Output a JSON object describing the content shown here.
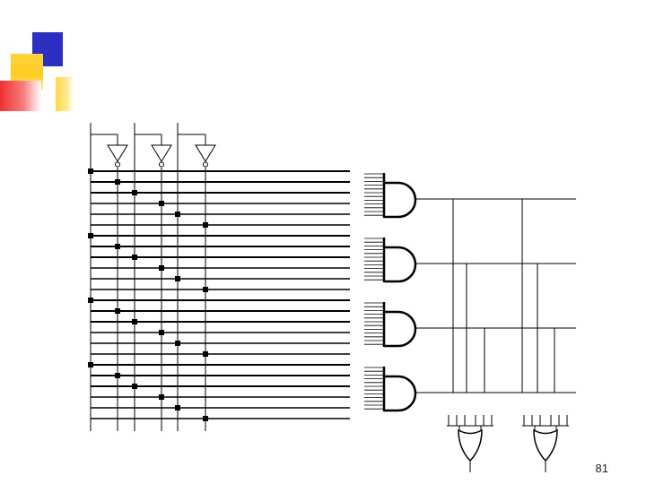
{
  "slide": {
    "page_number": "81",
    "colors": {
      "accent_blue": "#2b2fc4",
      "accent_yellow": "#ffd23a",
      "accent_red": "#f03030",
      "line": "#000000"
    }
  },
  "diagram": {
    "kind": "programmable logic array schematic",
    "input_count": 3,
    "inverter_count": 3,
    "and_gate_count": 4,
    "or_gate_count": 2,
    "product_term_rows_per_gate": 6
  }
}
